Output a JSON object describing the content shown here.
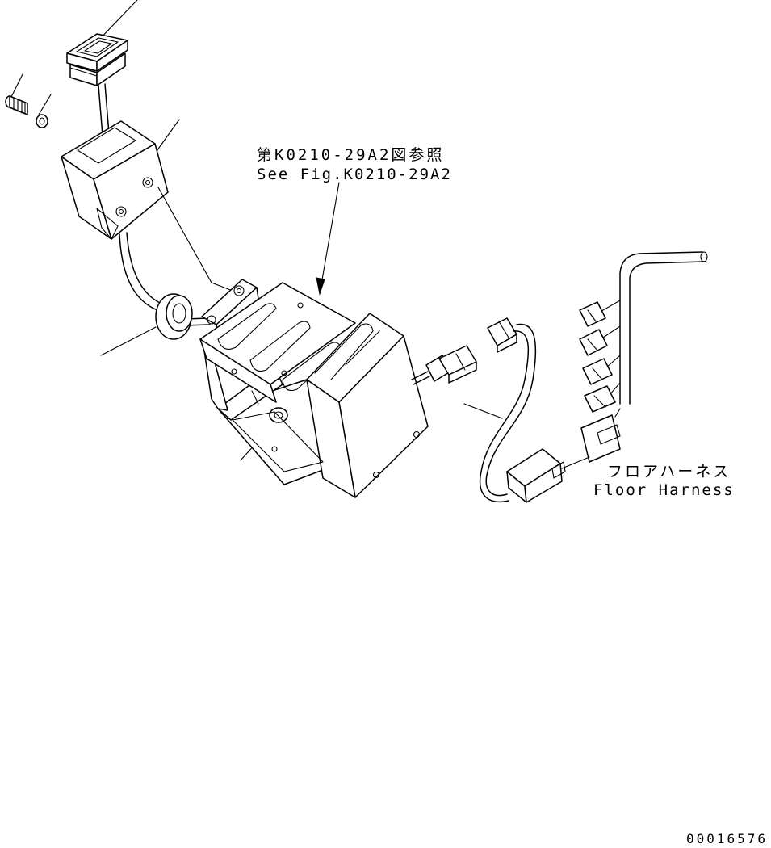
{
  "references": {
    "fig_ref_jp": "第K0210-29A2図参照",
    "fig_ref_en": "See Fig.K0210-29A2"
  },
  "harness": {
    "floor_harness_jp": "フロアハーネス",
    "floor_harness_en": "Floor Harness"
  },
  "drawing_number": "00016576",
  "line_color": "#000000",
  "background_color": "#ffffff"
}
